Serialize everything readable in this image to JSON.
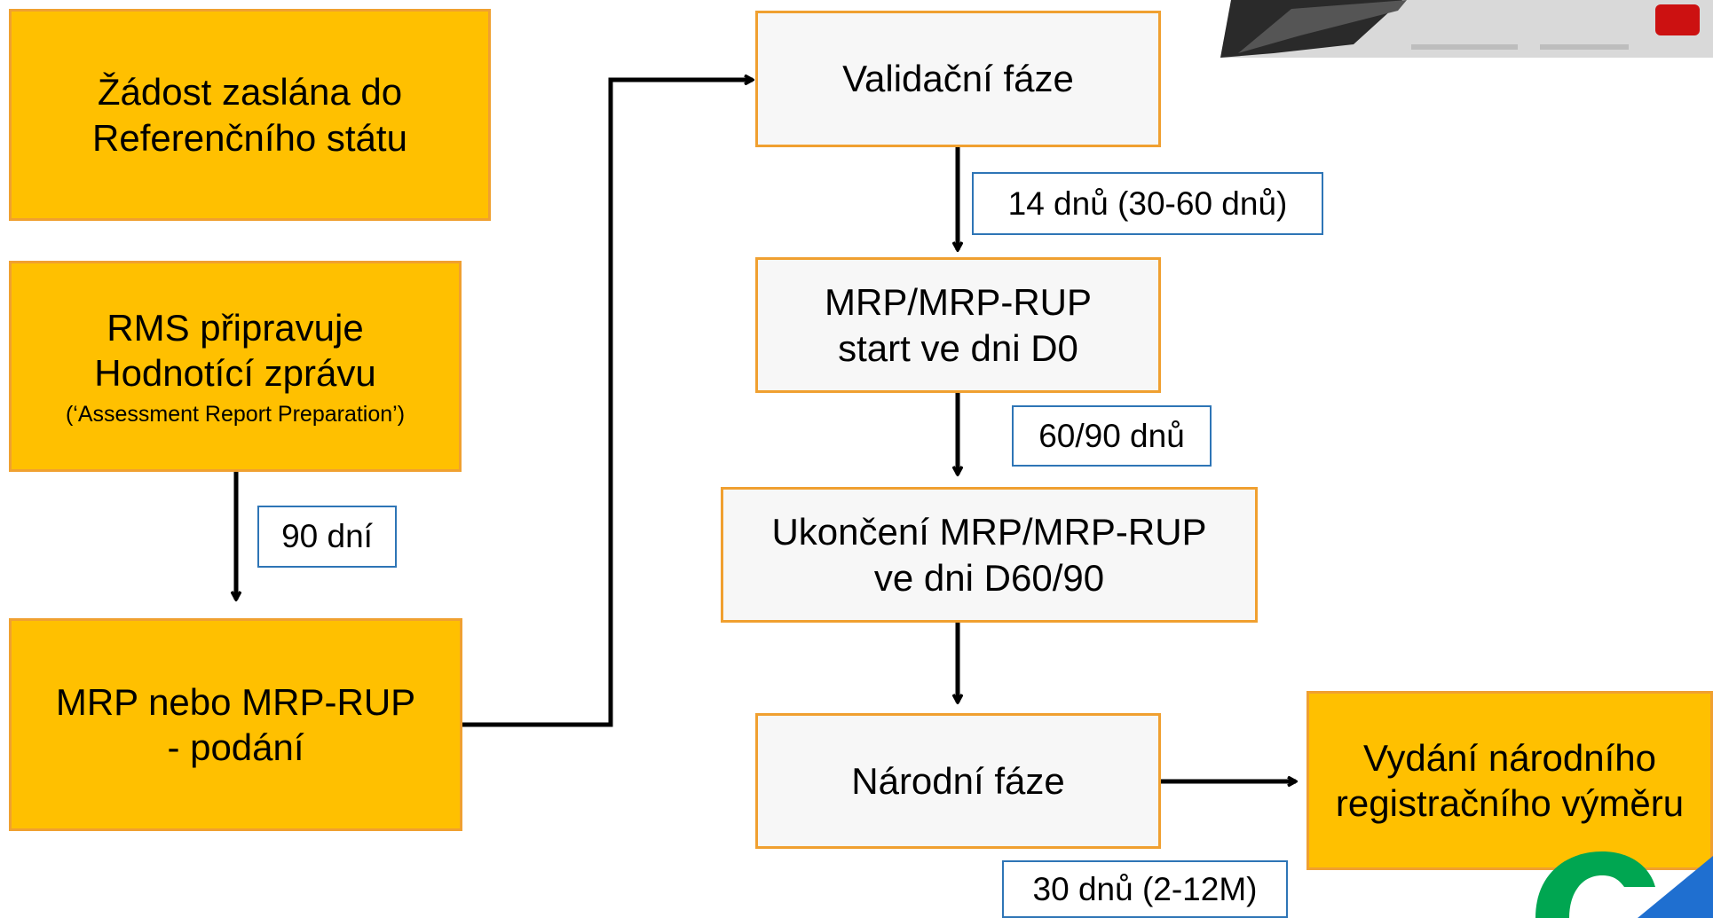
{
  "boxes": {
    "request": {
      "line1": "Žádost zaslána do",
      "line2": "Referenčního státu"
    },
    "rms": {
      "line1": "RMS připravuje",
      "line2": "Hodnotící zprávu",
      "note": "(‘Assessment Report Preparation’)"
    },
    "submission": {
      "line1": "MRP nebo MRP-RUP",
      "line2": "- podání"
    },
    "validation": {
      "line1": "Validační fáze"
    },
    "start": {
      "line1": "MRP/MRP-RUP",
      "line2": "start ve dni D0"
    },
    "end": {
      "line1": "Ukončení MRP/MRP-RUP",
      "line2": "ve dni D60/90"
    },
    "national": {
      "line1": "Národní fáze"
    },
    "issue": {
      "line1": "Vydání národního",
      "line2": "registračního výměru"
    }
  },
  "labels": {
    "d90": "90 dní",
    "d14": "14 dnů (30-60 dnů)",
    "d6090": "60/90 dnů",
    "d30": "30 dnů (2-12M)"
  },
  "colors": {
    "orange_fill": "#FFC000",
    "box_border": "#F0A030",
    "grey_fill": "#F7F7F7",
    "label_border": "#2E75B6",
    "accent_red": "#CC1111",
    "logo_green": "#00A651",
    "logo_blue": "#1F6FD0"
  }
}
